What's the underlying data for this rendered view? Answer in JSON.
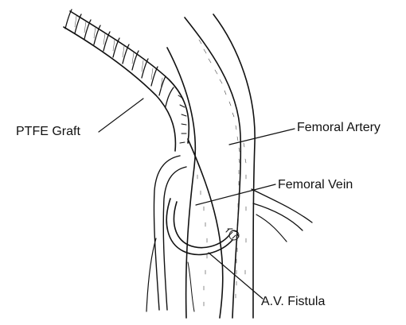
{
  "labels": {
    "graft": "PTFE Graft",
    "artery": "Femoral Artery",
    "vein": "Femoral Vein",
    "fistula": "A.V. Fistula"
  },
  "colors": {
    "ink": "#111111",
    "background": "#ffffff"
  }
}
